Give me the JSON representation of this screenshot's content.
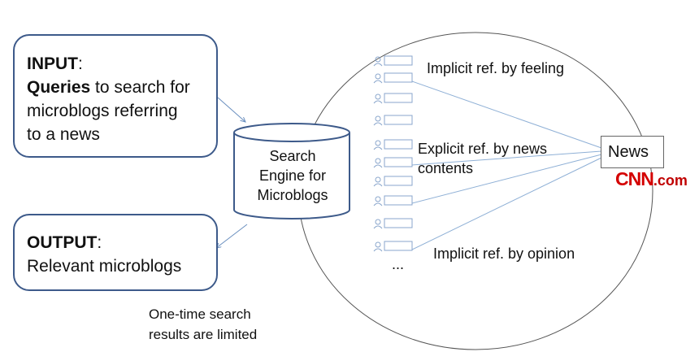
{
  "input_box": {
    "head": "INPUT",
    "colon": ":",
    "line2_bold": "Queries",
    "line2_rest": " to search for",
    "line3": "microblogs referring",
    "line4": "to a news"
  },
  "output_box": {
    "head": "OUTPUT",
    "colon": ":",
    "line2": "Relevant microblogs"
  },
  "search_engine": {
    "line1": "Search",
    "line2": "Engine for",
    "line3": "Microblogs"
  },
  "microblog_labels": {
    "feeling": "Implicit ref. by feeling",
    "contents_line1": "Explicit ref. by news",
    "contents_line2": "contents",
    "opinion": "Implicit ref. by opinion",
    "ellipsis": "..."
  },
  "news": {
    "label": "News",
    "logo": "CNN",
    "logo_suffix": ".com"
  },
  "note": {
    "line1": "One-time search",
    "line2": "results are limited"
  },
  "colors": {
    "box_border": "#3d5a8a",
    "arrow": "#6a8fbf",
    "ellipse": "#555555",
    "cnn_red": "#d40000"
  },
  "icons": [
    "user-icon",
    "user-icon",
    "user-icon",
    "user-icon",
    "user-icon",
    "user-icon",
    "user-icon",
    "user-icon",
    "user-icon",
    "user-icon"
  ]
}
